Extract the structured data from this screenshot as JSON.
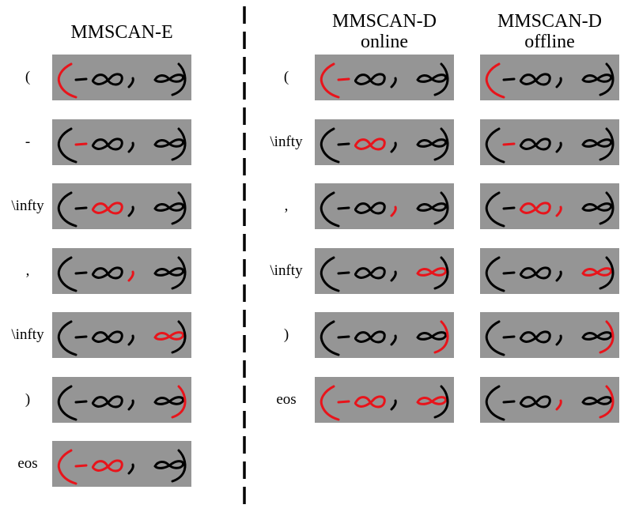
{
  "titles": {
    "encoder": "MMSCAN-E",
    "online_line1": "MMSCAN-D",
    "online_line2": "online",
    "offline_line1": "MMSCAN-D",
    "offline_line2": "offline"
  },
  "expression_parts": [
    "(",
    "-",
    "\\infty",
    ",",
    "\\infty",
    ")"
  ],
  "colors": {
    "highlight": "#e8141b",
    "ink": "#000000",
    "tile_bg": "#959595"
  },
  "encoder_rows": [
    {
      "label": "(",
      "highlight": [
        0
      ]
    },
    {
      "label": "-",
      "highlight": [
        1
      ]
    },
    {
      "label": "\\infty",
      "highlight": [
        2
      ]
    },
    {
      "label": ",",
      "highlight": [
        3
      ]
    },
    {
      "label": "\\infty",
      "highlight": [
        4
      ]
    },
    {
      "label": ")",
      "highlight": [
        5
      ]
    },
    {
      "label": "eos",
      "highlight": [
        0,
        1,
        2
      ]
    }
  ],
  "decoder_rows": [
    {
      "label": "(",
      "online": [
        0,
        1
      ],
      "offline": [
        0
      ]
    },
    {
      "label": "\\infty",
      "online": [
        2
      ],
      "offline": [
        1
      ]
    },
    {
      "label": ",",
      "online": [
        3
      ],
      "offline": [
        2,
        3
      ]
    },
    {
      "label": "\\infty",
      "online": [
        4
      ],
      "offline": [
        4
      ]
    },
    {
      "label": ")",
      "online": [
        5
      ],
      "offline": [
        5
      ]
    },
    {
      "label": "eos",
      "online": [
        0,
        1,
        2,
        4
      ],
      "offline": [
        3,
        5
      ]
    }
  ]
}
